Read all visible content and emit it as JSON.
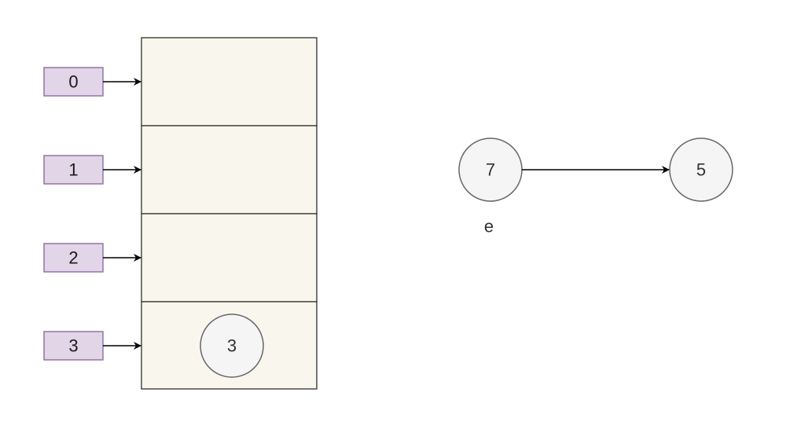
{
  "colors": {
    "index_box_fill": "#e1d5e7",
    "index_box_stroke": "#9673a6",
    "bucket_fill": "#f9f7ed",
    "bucket_stroke": "#1f1f1f",
    "node_fill": "#f5f5f5",
    "node_stroke": "#666666",
    "arrow": "#000000"
  },
  "indices": [
    "0",
    "1",
    "2",
    "3"
  ],
  "bucket_nodes": {
    "bucket_3": "3"
  },
  "chain": {
    "head": "7",
    "tail": "5",
    "head_caption": "e"
  }
}
